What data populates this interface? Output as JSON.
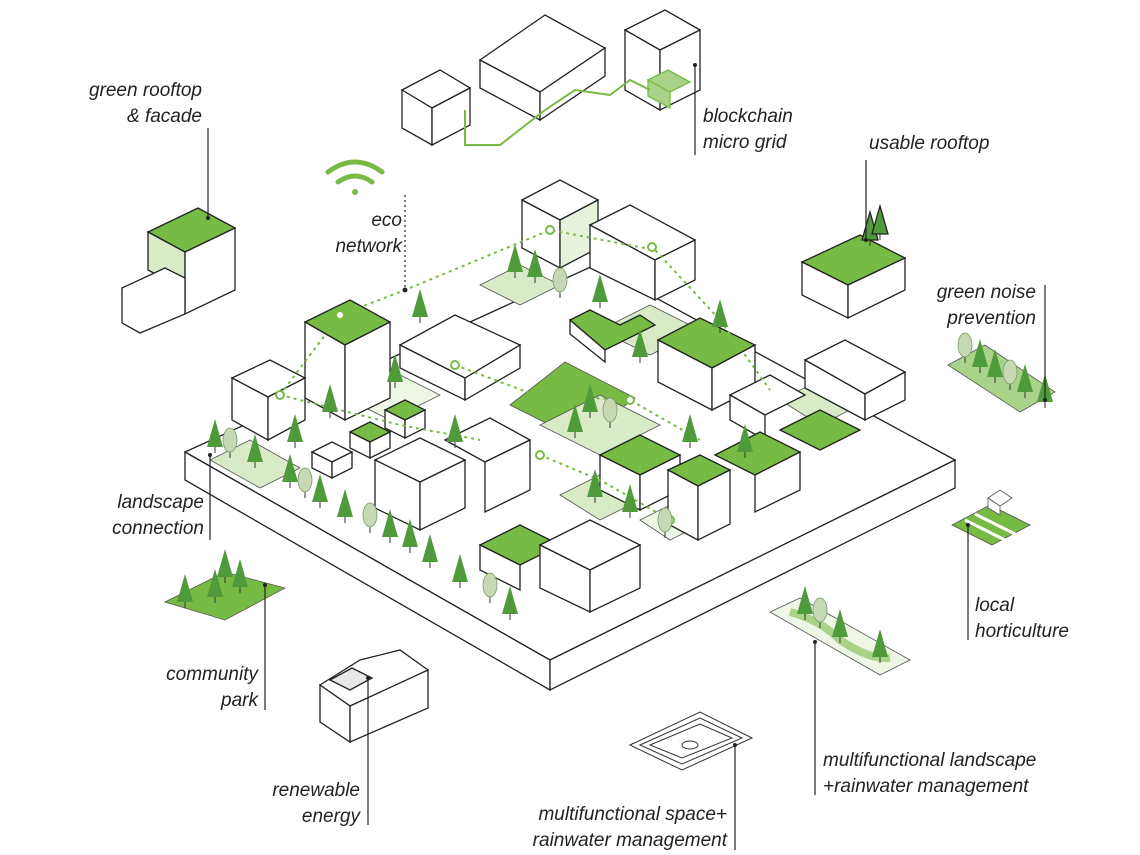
{
  "colors": {
    "green": "#77bb44",
    "light_green": "#d9ebc6",
    "pale_green": "#eef6e6",
    "line": "#222222",
    "tree": "#4f9a3a"
  },
  "labels": {
    "green_rooftop": [
      "green rooftop",
      "& facade"
    ],
    "blockchain": [
      "blockchain",
      "micro grid"
    ],
    "usable_rooftop": [
      "usable rooftop"
    ],
    "eco_network": [
      "eco",
      "network"
    ],
    "green_noise": [
      "green noise",
      "prevention"
    ],
    "landscape_connection": [
      "landscape",
      "connection"
    ],
    "community_park": [
      "community",
      "park"
    ],
    "local_horticulture": [
      "local",
      "horticulture"
    ],
    "renewable_energy": [
      "renewable",
      "energy"
    ],
    "multi_landscape": [
      "multifunctional landscape",
      "+rainwater management"
    ],
    "multi_space": [
      "multifunctional space+",
      "rainwater management"
    ]
  }
}
